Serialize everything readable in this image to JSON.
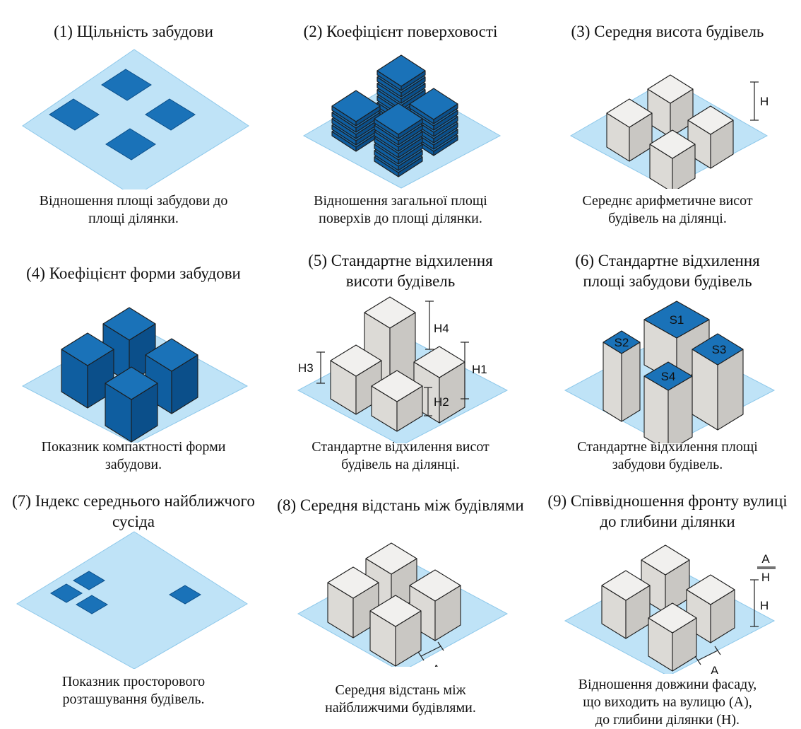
{
  "colors": {
    "ground": "#bfe3f7",
    "ground_edge": "#8ec8ea",
    "building_blue_top": "#1a72b8",
    "building_blue_left": "#0f5ea0",
    "building_blue_right": "#0b4f8a",
    "building_grey_top": "#f1f0ee",
    "building_grey_left": "#dcdad6",
    "building_grey_right": "#c9c7c3",
    "outline": "#1d1d1d"
  },
  "panels": [
    {
      "title": "(1) Щільність забудови",
      "caption": "Відношення площі забудови до\nплощі ділянки."
    },
    {
      "title": "(2) Коефіцієнт поверховості",
      "caption": "Відношення загальної площі\nповерхів до площі ділянки."
    },
    {
      "title": "(3) Середня висота будівель",
      "caption": "Середнє арифметичне висот\nбудівель на ділянці.",
      "labels": {
        "h": "H"
      }
    },
    {
      "title": "(4) Коефіцієнт форми забудови",
      "caption": "Показник компактності форми\nзабудови."
    },
    {
      "title": "(5) Стандартне відхилення\nвисоти будівель",
      "caption": "Стандартне відхилення висот\nбудівель на ділянці.",
      "labels": {
        "h1": "H1",
        "h2": "H2",
        "h3": "H3",
        "h4": "H4"
      }
    },
    {
      "title": "(6) Стандартне відхилення\nплощі забудови будівель",
      "caption": "Стандартне відхилення площі\nзабудови будівель.",
      "labels": {
        "s1": "S1",
        "s2": "S2",
        "s3": "S3",
        "s4": "S4"
      }
    },
    {
      "title": "(7) Індекс середнього найближчого\nсусіда",
      "caption": "Показник просторового\nрозташування будівель."
    },
    {
      "title": "(8) Середня відстань між будівлями",
      "caption": "Середня відстань між\nнайближчими будівлями.",
      "labels": {
        "a": "A"
      }
    },
    {
      "title": "(9) Співвідношення фронту вулиці\nдо глибини ділянки",
      "caption": "Відношення довжини фасаду,\nщо виходить на вулицю (А),\nдо глибини ділянки (Н).",
      "labels": {
        "a": "A",
        "h": "H",
        "ratio_num": "A",
        "ratio_den": "H"
      }
    }
  ]
}
